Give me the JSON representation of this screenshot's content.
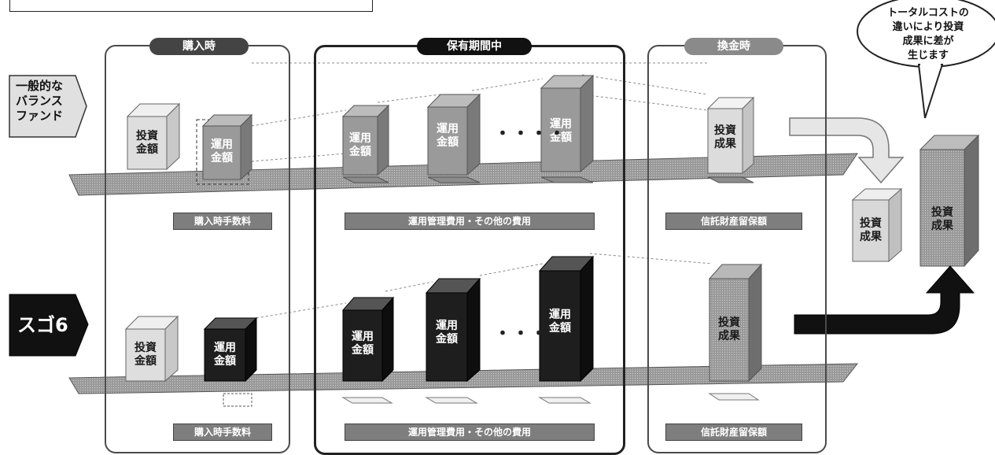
{
  "phases": {
    "purchase": "購入時",
    "holding": "保有期間中",
    "redemption": "換金時"
  },
  "funds": {
    "general_line1": "一般的な",
    "general_line2": "バランス",
    "general_line3": "ファンド",
    "sugo6": "スゴ6"
  },
  "cubes": {
    "invest_line1": "投資",
    "invest_line2": "金額",
    "managed_line1": "運用",
    "managed_line2": "金額",
    "result_line1": "投資",
    "result_line2": "成果"
  },
  "dots": "・・・・",
  "costs": {
    "purchase_fee": "購入時手数料",
    "management_fee": "運用管理費用・その他の費用",
    "trust_reserve": "信託財産留保額"
  },
  "callout": {
    "line1": "トータルコストの",
    "line2": "違いにより投資",
    "line3": "成果に差が",
    "line4": "生じます"
  },
  "colors": {
    "light_cube": "#d9d9d9",
    "mid_cube": "#8c8c8c",
    "dark_cube": "#1c1c1c",
    "rail": "#9a9a9a"
  }
}
